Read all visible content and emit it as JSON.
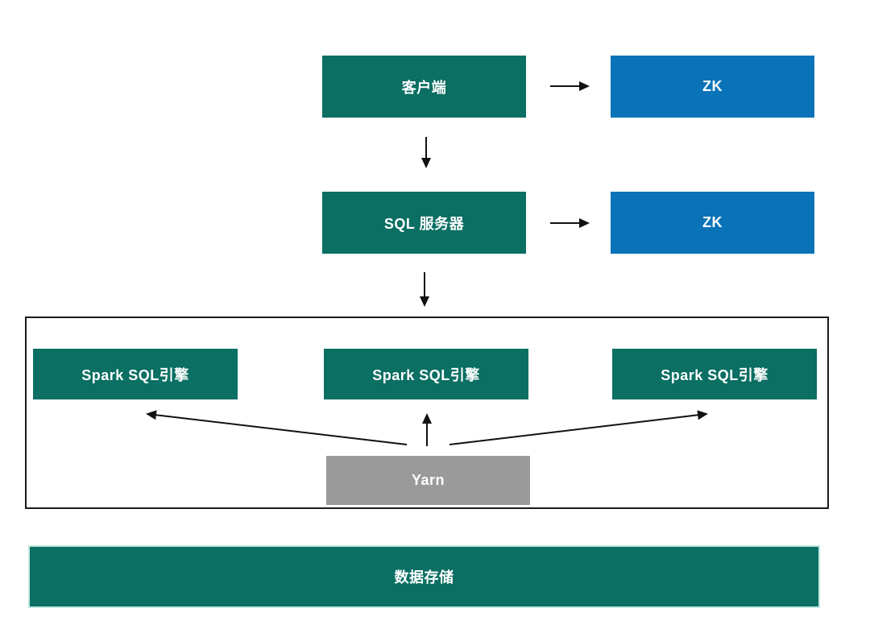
{
  "colors": {
    "teal": "#0B6F63",
    "blue": "#0A73B8",
    "gray": "#9A9A9A",
    "arrow": "#111111",
    "storage-border": "#BEE9E1",
    "cluster-border": "#1A1A1A"
  },
  "diagram": {
    "nodes": {
      "client": {
        "label": "客户端"
      },
      "zk_top": {
        "label": "ZK"
      },
      "sql_server": {
        "label": "SQL 服务器"
      },
      "zk_middle": {
        "label": "ZK"
      },
      "spark_engines": [
        {
          "label": "Spark SQL引擎"
        },
        {
          "label": "Spark SQL引擎"
        },
        {
          "label": "Spark SQL引擎"
        }
      ],
      "yarn": {
        "label": "Yarn"
      },
      "storage": {
        "label": "数据存储"
      }
    },
    "edges": [
      {
        "from": "client",
        "to": "zk_top",
        "direction": "right"
      },
      {
        "from": "client",
        "to": "sql_server",
        "direction": "down"
      },
      {
        "from": "sql_server",
        "to": "zk_middle",
        "direction": "right"
      },
      {
        "from": "sql_server",
        "to": "spark_engine_cluster",
        "direction": "down"
      },
      {
        "from": "yarn",
        "to": "spark_engines.0",
        "direction": "up-left"
      },
      {
        "from": "yarn",
        "to": "spark_engines.1",
        "direction": "up"
      },
      {
        "from": "yarn",
        "to": "spark_engines.2",
        "direction": "up-right"
      }
    ]
  }
}
